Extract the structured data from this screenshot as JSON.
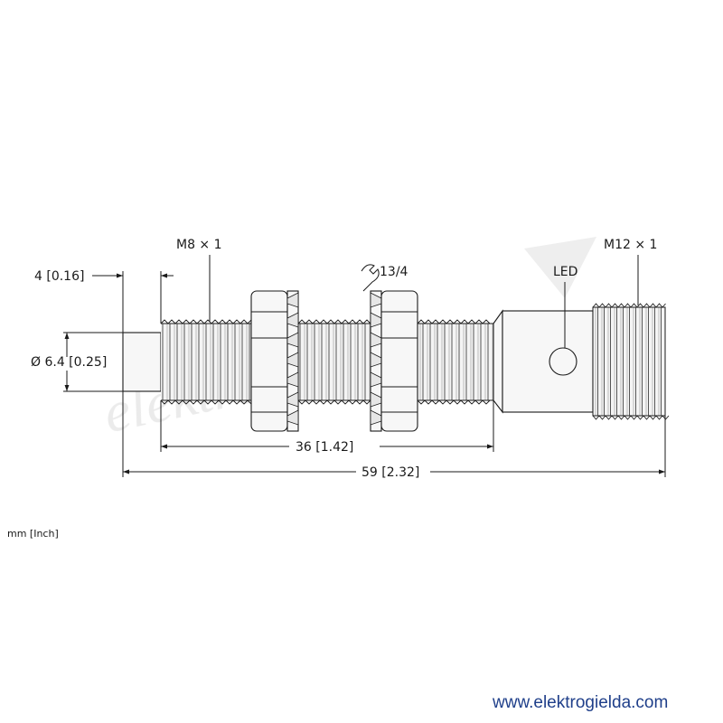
{
  "watermark": {
    "text": "elektrogielda"
  },
  "drawing": {
    "thread_left": "M8 × 1",
    "thread_right": "M12 × 1",
    "wrench_size": "13/4",
    "led_label": "LED",
    "dim_tip_length": "4 [0.16]",
    "dim_diameter": "Ø 6.4 [0.25]",
    "dim_thread_length": "36 [1.42]",
    "dim_total_length": "59 [2.32]",
    "units_note": "mm [Inch]"
  },
  "footer": {
    "website": "www.elektrogielda.com"
  }
}
